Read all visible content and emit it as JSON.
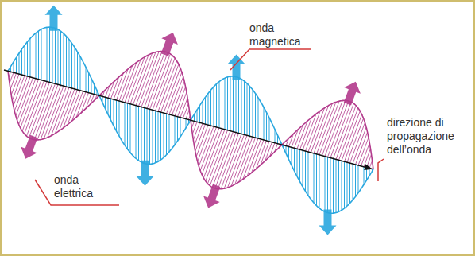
{
  "diagram": {
    "labels": [
      "onda magnetica",
      "direzione di propagazione dell’onda",
      "onda elettrica"
    ]
  }
}
